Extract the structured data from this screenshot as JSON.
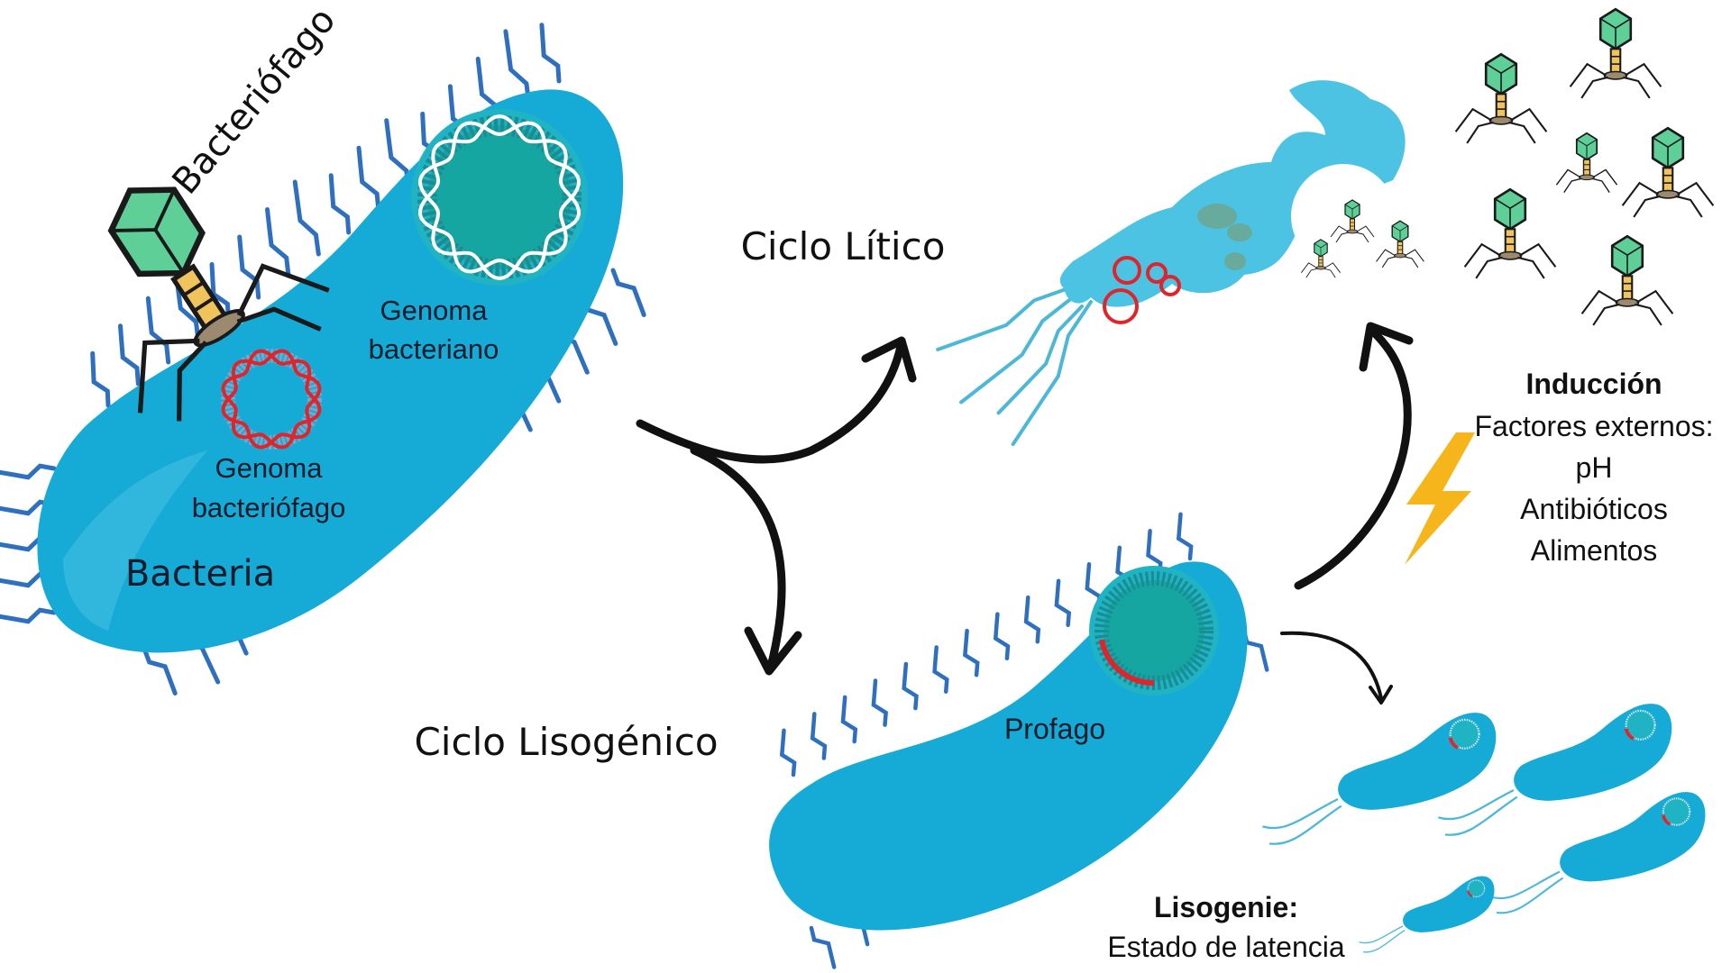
{
  "labels": {
    "bacteriophage": "Bacteriófago",
    "bacterial_genome": [
      "Genoma",
      "bacteriano"
    ],
    "phage_genome": [
      "Genoma",
      "bacteriófago"
    ],
    "bacteria": "Bacteria",
    "lytic_cycle": "Ciclo Lítico",
    "lysogenic_cycle": "Ciclo Lisogénico",
    "prophage": "Profago",
    "induction": {
      "title": "Inducción",
      "subtitle": "Factores externos:",
      "factors": [
        "pH",
        "Antibióticos",
        "Alimentos"
      ]
    },
    "lysogeny": {
      "title": "Lisogenie:",
      "subtitle": "Estado de latencia"
    }
  },
  "colors": {
    "cell_body": "#16abd6",
    "cell_body_light": "#4cc3e3",
    "flagella": "#2f6fbf",
    "bacterial_genome": "#1aa39a",
    "phage_genome": "#e0242b",
    "phage_head": "#5fcf98",
    "phage_tail": "#f1c35c",
    "lightning": "#f7b51c",
    "arrow": "#111111"
  }
}
